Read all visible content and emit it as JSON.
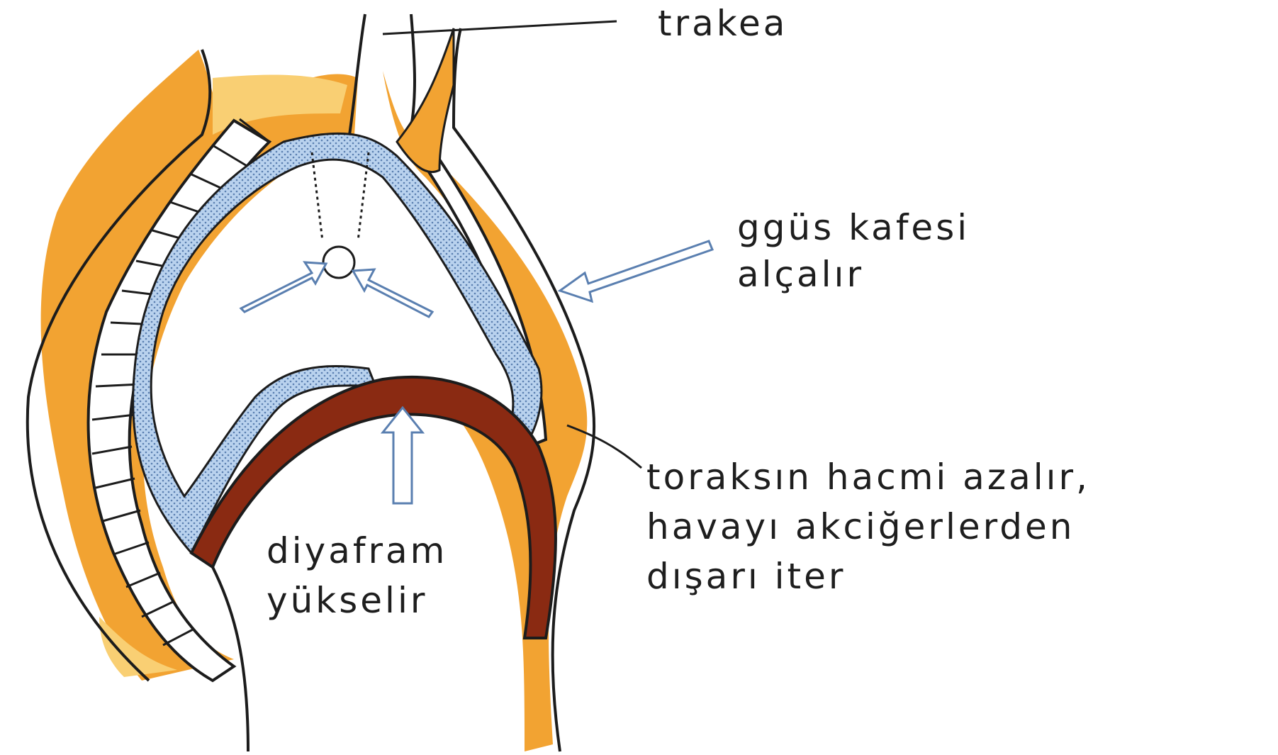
{
  "labels": {
    "trakea": "trakea",
    "gogus_line1": "ggüs kafesi",
    "gogus_line2": "alçalır",
    "toraks_line1": "toraksın hacmi azalır,",
    "toraks_line2": "havayı akciğerlerden",
    "toraks_line3": "dışarı iter",
    "diyafram_line1": "diyafram",
    "diyafram_line2": "yükselir"
  },
  "colors": {
    "fat_orange": "#f2a332",
    "fat_light": "#f9cf73",
    "diaphragm_brown": "#8a2a12",
    "diaphragm_orange": "#d8641c",
    "pleura_blue": "#a9c6e8",
    "outline": "#1c1c1c",
    "vertebra": "#ffffff"
  },
  "icons": [
    "bronchus-arrow-icon",
    "chest-arrow-icon",
    "diaphragm-arrow-icon"
  ]
}
